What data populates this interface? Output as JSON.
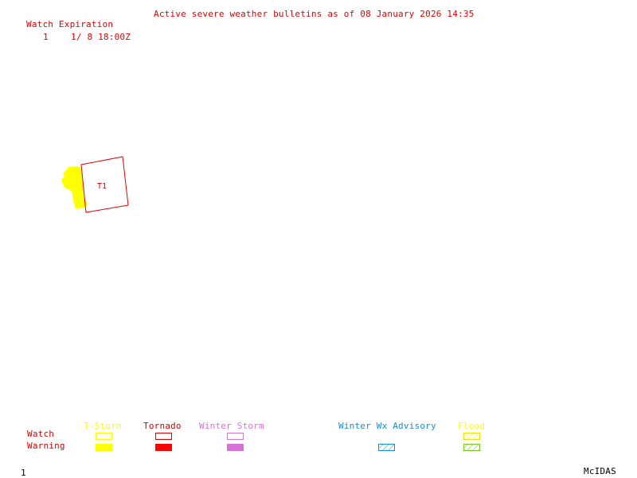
{
  "header": {
    "title": "Active severe weather bulletins as of 08 January 2026 14:35"
  },
  "watch_table": {
    "header": "Watch Expiration",
    "rows": [
      {
        "number": "1",
        "expiration": "1/ 8 18:00Z"
      }
    ]
  },
  "map": {
    "watch_polygons": [
      {
        "label": "T1",
        "type": "Tornado",
        "color": "#e00000"
      }
    ],
    "warning_areas": [
      {
        "type": "T-Storm",
        "color": "#ffff00"
      }
    ]
  },
  "legend": {
    "row_labels": {
      "watch": "Watch",
      "warning": "Warning"
    },
    "categories": [
      {
        "name": "T-Storm",
        "color": "#ffff00",
        "watch_style": "outline",
        "warning_style": "filled"
      },
      {
        "name": "Tornado",
        "color": "#e00000",
        "watch_style": "outline",
        "warning_style": "filled"
      },
      {
        "name": "Winter Storm",
        "color": "#d872d8",
        "watch_style": "outline",
        "warning_style": "filled"
      },
      {
        "name": "Winter Wx Advisory",
        "color": "#1090d8",
        "watch_style": "none",
        "warning_style": "hatched"
      },
      {
        "name": "Flood",
        "color": "#ffff00",
        "warning_color": "#70c820",
        "watch_style": "hatched",
        "warning_style": "hatched"
      }
    ]
  },
  "footer": {
    "frame_number": "1",
    "product": "McIDAS"
  }
}
